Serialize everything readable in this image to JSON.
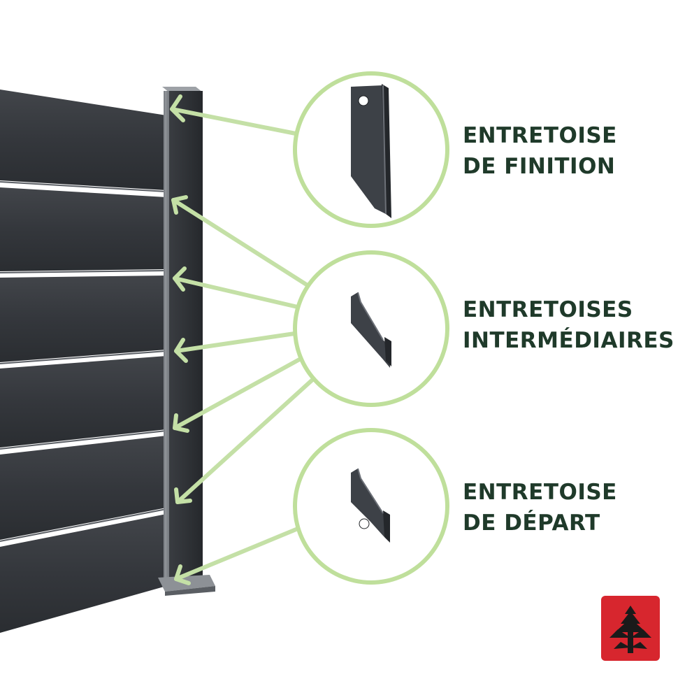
{
  "labels": {
    "finition": {
      "line1": "ENTRETOISE",
      "line2": "DE FINITION"
    },
    "intermediaires": {
      "line1": "ENTRETOISES",
      "line2": "INTERMÉDIAIRES"
    },
    "depart": {
      "line1": "ENTRETOISE",
      "line2": "DE DÉPART"
    }
  },
  "colors": {
    "arrow": "#c4e0a6",
    "circle": "#bfdf9b",
    "label_text": "#1f3a2a",
    "panel": "#33363b",
    "logo_bg": "#d7262e"
  },
  "icons": [
    "spacer-finition-icon",
    "spacer-intermediaire-icon",
    "spacer-depart-icon",
    "brand-tree-logo"
  ]
}
